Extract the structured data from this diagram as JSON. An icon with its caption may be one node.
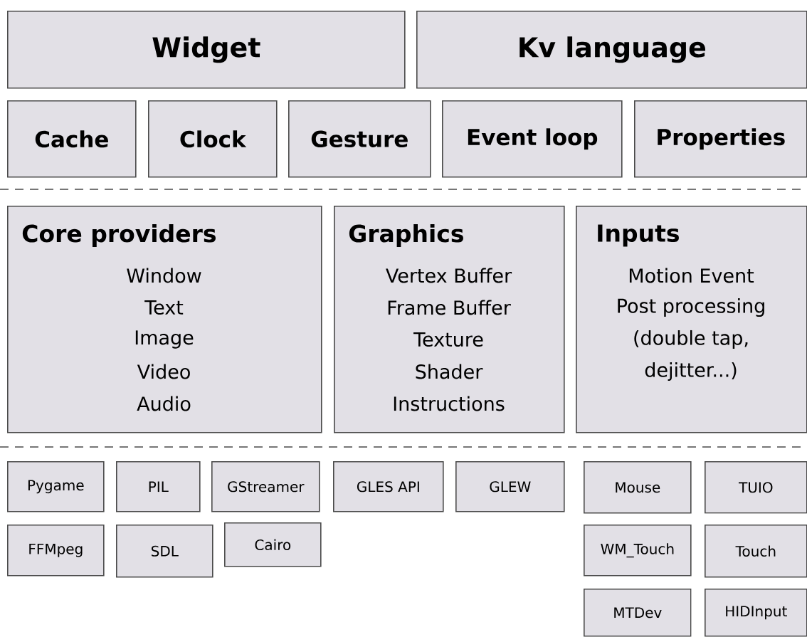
{
  "diagram": {
    "nodes": [
      {
        "text": [
          "Widget"
        ]
      },
      {
        "text": [
          "Kv language"
        ]
      },
      {
        "text": [
          "Cache"
        ]
      },
      {
        "text": [
          "Clock"
        ]
      },
      {
        "text": [
          "Gesture"
        ]
      },
      {
        "text": [
          "Event loop"
        ]
      },
      {
        "text": [
          "Properties"
        ]
      },
      {
        "text": [
          "Core providers",
          "Window",
          "Text",
          "Image",
          "Video",
          "Audio"
        ]
      },
      {
        "text": [
          "Graphics",
          "Vertex Buffer",
          "Frame Buffer",
          "Texture",
          "Shader",
          "Instructions"
        ]
      },
      {
        "text": [
          "Inputs",
          "Motion Event",
          "Post processing",
          "(double tap,",
          "dejitter...)"
        ]
      },
      {
        "text": [
          "Pygame"
        ]
      },
      {
        "text": [
          "PIL"
        ]
      },
      {
        "text": [
          "GStreamer"
        ]
      },
      {
        "text": [
          "GLES API"
        ]
      },
      {
        "text": [
          "GLEW"
        ]
      },
      {
        "text": [
          "Mouse"
        ]
      },
      {
        "text": [
          "TUIO"
        ]
      },
      {
        "text": [
          "FFMpeg"
        ]
      },
      {
        "text": [
          "SDL"
        ]
      },
      {
        "text": [
          "Cairo"
        ]
      },
      {
        "text": [
          "WM_Touch"
        ]
      },
      {
        "text": [
          "Touch"
        ]
      },
      {
        "text": [
          "MTDev"
        ]
      },
      {
        "text": [
          "HIDInput"
        ]
      }
    ],
    "edges": []
  }
}
